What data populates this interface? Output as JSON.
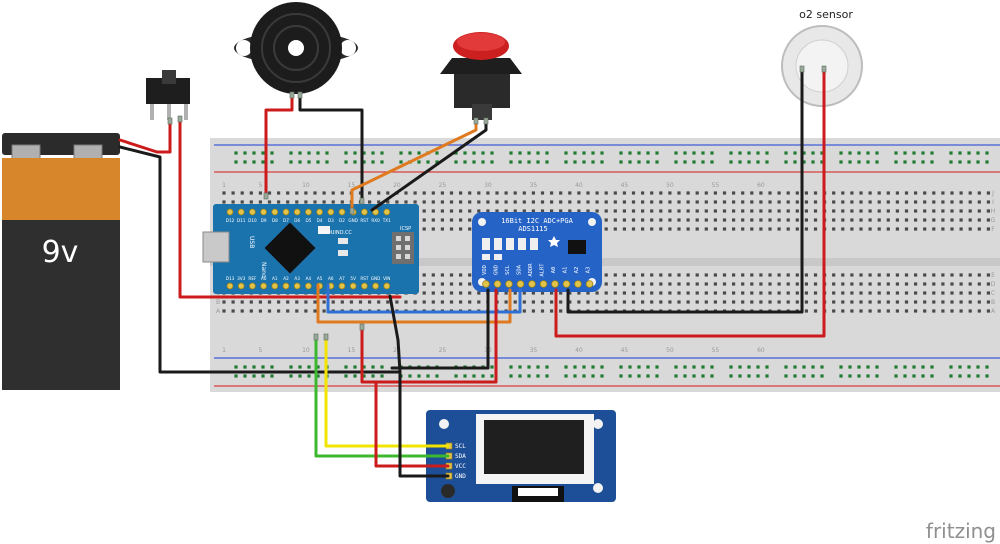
{
  "battery": {
    "label": "9v"
  },
  "o2_sensor": {
    "label": "o2 sensor"
  },
  "arduino": {
    "board_text": "ARDUINO.CC",
    "usb_label": "USB",
    "model_text": "Nano",
    "icsp_label": "ICSP",
    "top_pins": [
      "D12",
      "D11",
      "D10",
      "D9",
      "D8",
      "D7",
      "D6",
      "D5",
      "D4",
      "D3",
      "D2",
      "GND",
      "RST",
      "RX0",
      "TX1"
    ],
    "bottom_pins": [
      "D13",
      "3V3",
      "REF",
      "A0",
      "A1",
      "A2",
      "A3",
      "A4",
      "A5",
      "A6",
      "A7",
      "5V",
      "RST",
      "GND",
      "VIN"
    ]
  },
  "ads": {
    "title": "16Bit I2C ADC+PGA",
    "part": "ADS1115",
    "pins": [
      "VDD",
      "GND",
      "SCL",
      "SDA",
      "ADDR",
      "ALRT",
      "A0",
      "A1",
      "A2",
      "A3"
    ]
  },
  "oled": {
    "pins": [
      "SCL",
      "SDA",
      "VCC",
      "GND"
    ]
  },
  "breadboard": {
    "col_numbers": [
      "1",
      "5",
      "10",
      "15",
      "20",
      "25",
      "30",
      "35",
      "40",
      "45",
      "50",
      "55",
      "60"
    ],
    "row_letters_top": [
      "J",
      "I",
      "H",
      "G",
      "F"
    ],
    "row_letters_bottom": [
      "E",
      "D",
      "C",
      "B",
      "A"
    ]
  },
  "watermark": "fritzing",
  "colors": {
    "wire_red": "#cc1b1b",
    "wire_black": "#1a1a1a",
    "wire_orange": "#e07a1f",
    "wire_blue": "#2f6fd6",
    "wire_yellow": "#f1e400",
    "wire_green": "#3cb82f",
    "nano_blue": "#1b73ad",
    "ads_blue": "#2563c7",
    "oled_blue": "#1d4f98"
  }
}
